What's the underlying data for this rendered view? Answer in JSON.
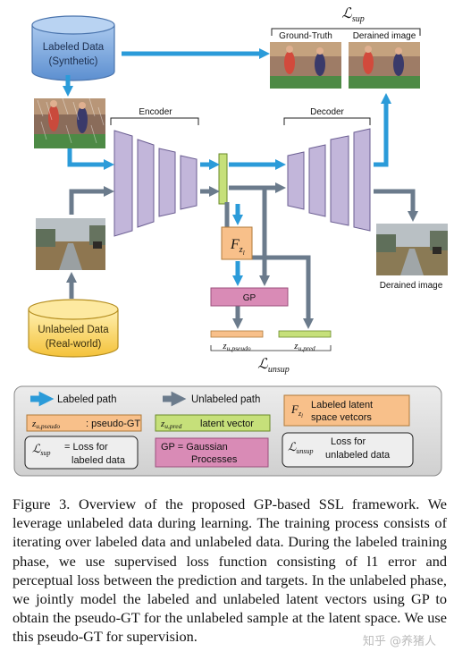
{
  "labeled_data": {
    "line1": "Labeled Data",
    "line2": "(Synthetic)"
  },
  "unlabeled_data": {
    "line1": "Unlabeled Data",
    "line2": "(Real-world)"
  },
  "encoder_label": "Encoder",
  "decoder_label": "Decoder",
  "loss_sup": {
    "symbol": "ℒ",
    "subscript": "sup"
  },
  "loss_unsup": {
    "symbol": "ℒ",
    "subscript": "unsup"
  },
  "ground_truth_label": "Ground-Truth",
  "derained_label_top": "Derained image",
  "derained_label_right": "Derained image",
  "fz_box": {
    "symbol": "F",
    "subscript": "z",
    "subsub": "l"
  },
  "gp_box_label": "GP",
  "z_pseudo": {
    "symbol": "z",
    "subscript": "u,pseudo"
  },
  "z_pred": {
    "symbol": "z",
    "subscript": "u,pred"
  },
  "legend": {
    "labeled_path": "Labeled path",
    "unlabeled_path": "Unlabeled path",
    "latent_line1": "Labeled latent",
    "latent_line2": "space vetcors",
    "pseudo_gt": ": pseudo-GT",
    "latent_vector": "latent vector",
    "loss_sup_desc_1": "= Loss for",
    "loss_sup_desc_2": "labeled data",
    "loss_unsup_desc_1": "Loss for",
    "loss_unsup_desc_2": "unlabeled data",
    "gp_def_1": "GP = Gaussian",
    "gp_def_2": "Processes"
  },
  "caption": "Figure 3. Overview of the proposed GP-based SSL framework. We leverage unlabeled data during learning. The training process consists of iterating over labeled data and unlabeled data. During the labeled training phase, we use supervised loss function consisting of l1 error and perceptual loss between the prediction and targets. In the unlabeled phase, we jointly model the labeled and unlabeled latent vectors using GP to obtain the pseudo-GT for the unlabeled sample at the latent space. We use this pseudo-GT for supervision.",
  "watermark": "知乎 @养猪人",
  "colors": {
    "labeled_arrow": "#2b9bd9",
    "unlabeled_arrow": "#6b7b8c",
    "encoder_fill": "#c2b6da",
    "latent_green": "#c6e07a",
    "fz_orange": "#f8c08a",
    "gp_pink": "#d98bb6",
    "db_blue": "#6fa1d8",
    "db_yellow": "#f8cf5a"
  },
  "icons": {
    "labeled_image": "rain-runner-image",
    "unlabeled_image": "rainy-road-image",
    "output_images": "runner-image"
  }
}
